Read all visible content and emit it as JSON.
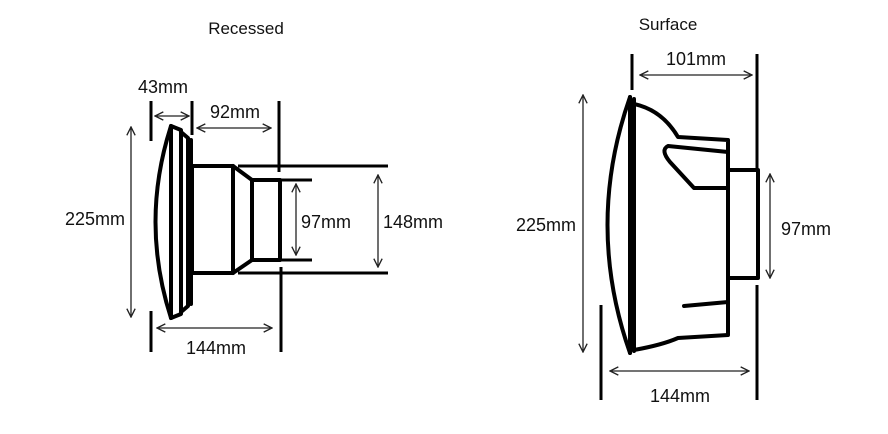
{
  "recessed": {
    "title": "Recessed",
    "dims": {
      "lens_depth": "43mm",
      "body_depth": "92mm",
      "height": "225mm",
      "inner_diameter": "97mm",
      "outer_diameter": "148mm",
      "total_depth": "144mm"
    }
  },
  "surface": {
    "title": "Surface",
    "dims": {
      "body_depth": "101mm",
      "height": "225mm",
      "inner_diameter": "97mm",
      "total_depth": "144mm"
    }
  },
  "colors": {
    "line": "#000000",
    "background": "#ffffff"
  }
}
